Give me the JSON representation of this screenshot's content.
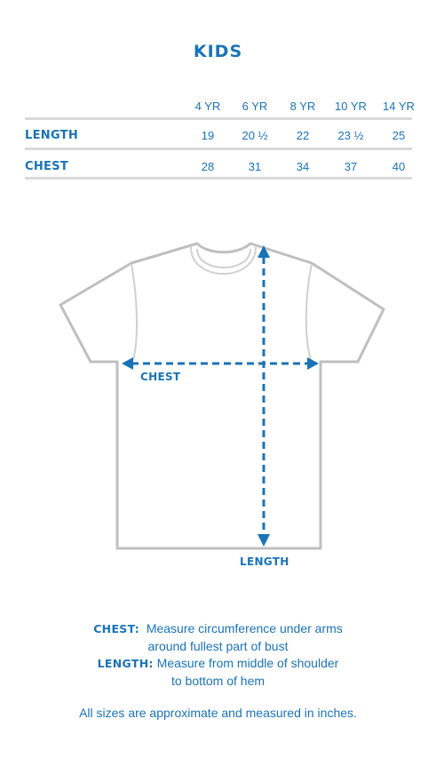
{
  "title": "KIDS",
  "table": {
    "columns": [
      "4 YR",
      "6 YR",
      "8 YR",
      "10 YR",
      "14 YR"
    ],
    "rows": [
      {
        "label": "LENGTH",
        "values": [
          "19",
          "20 ½",
          "22",
          "23 ½",
          "25"
        ]
      },
      {
        "label": "CHEST",
        "values": [
          "28",
          "31",
          "34",
          "37",
          "40"
        ]
      }
    ]
  },
  "diagram": {
    "chest_label": "CHEST",
    "length_label": "LENGTH"
  },
  "notes": {
    "chest_term": "CHEST:",
    "chest_line1": "Measure circumference under arms",
    "chest_line2": "around fullest part of bust",
    "length_term": "LENGTH:",
    "length_line1": "Measure from middle of shoulder",
    "length_line2": "to bottom of hem"
  },
  "footer": "All sizes are approximate and measured in inches.",
  "colors": {
    "accent": "#1a73b8",
    "outline": "#bfbfbf",
    "rule": "#d9d9d9"
  }
}
